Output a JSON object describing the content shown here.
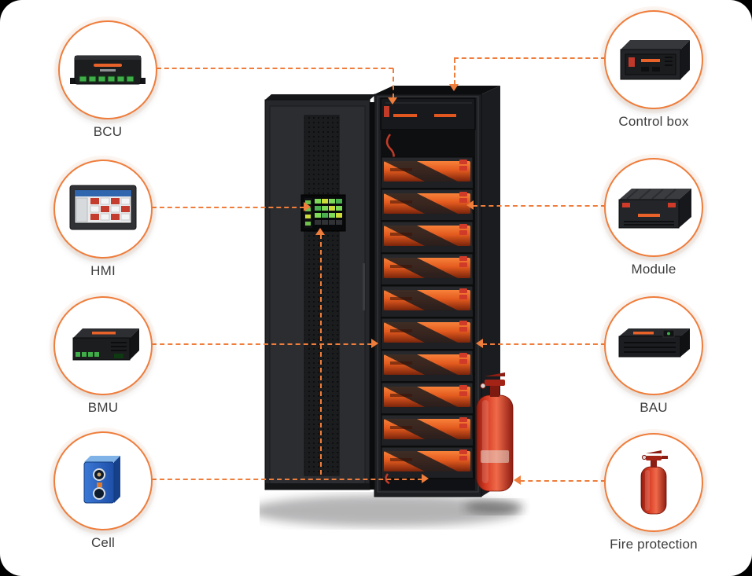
{
  "accent_color": "#ef7d3b",
  "label_color": "#3c3c3c",
  "cell_color": "#2e62c4",
  "fire_color": "#d63a22",
  "cabinet": {
    "module_count": 10
  },
  "components": {
    "left": [
      {
        "id": "bcu",
        "label": "BCU",
        "icon": "bcu-device-icon"
      },
      {
        "id": "hmi",
        "label": "HMI",
        "icon": "hmi-panel-icon"
      },
      {
        "id": "bmu",
        "label": "BMU",
        "icon": "bmu-device-icon"
      },
      {
        "id": "cell",
        "label": "Cell",
        "icon": "battery-cell-icon"
      }
    ],
    "right": [
      {
        "id": "control-box",
        "label": "Control box",
        "icon": "control-box-icon"
      },
      {
        "id": "module",
        "label": "Module",
        "icon": "battery-module-icon"
      },
      {
        "id": "bau",
        "label": "BAU",
        "icon": "bau-device-icon"
      },
      {
        "id": "fire-protection",
        "label": "Fire protection",
        "icon": "fire-extinguisher-icon"
      }
    ]
  }
}
